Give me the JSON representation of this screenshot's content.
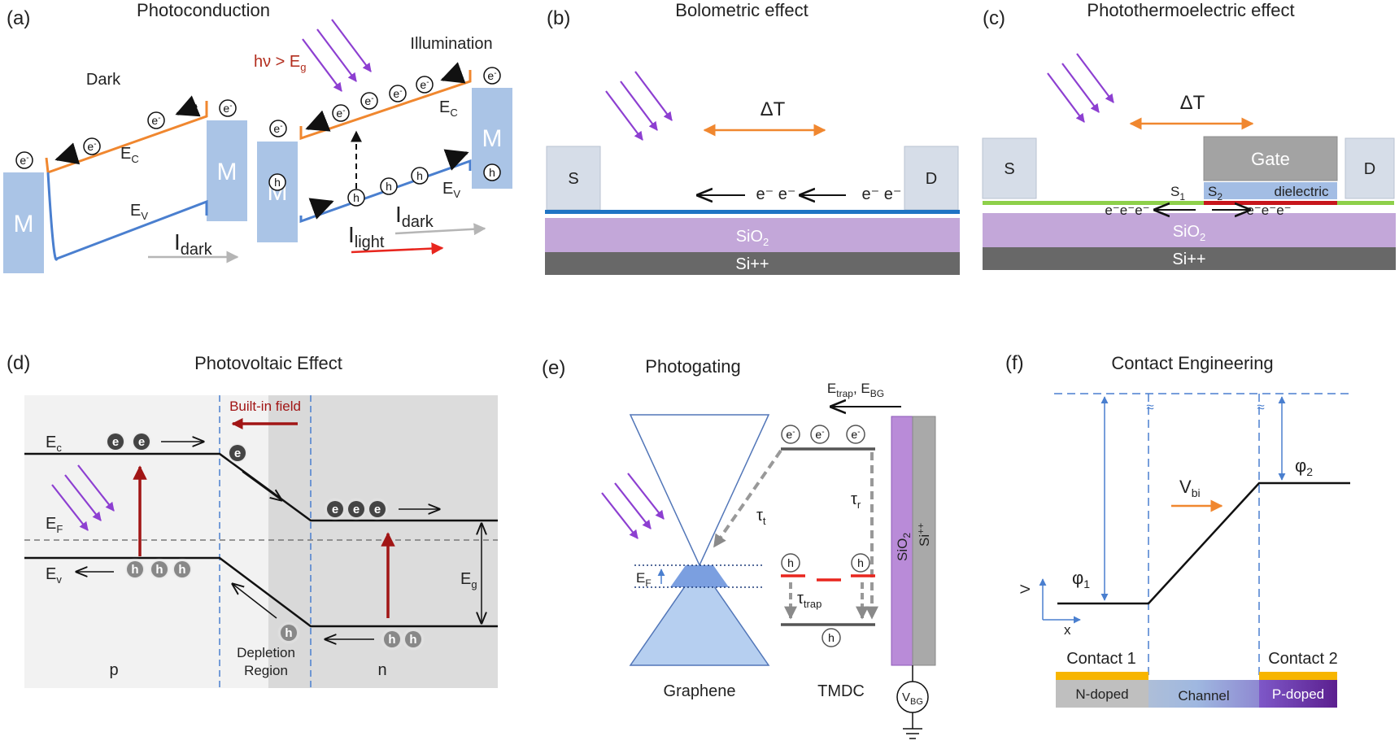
{
  "panel_a": {
    "label": "(a)",
    "title": "Photoconduction",
    "dark": "Dark",
    "illumination": "Illumination",
    "hv": "hν > E",
    "hv_sub": "g",
    "metal": "M",
    "ec": "E",
    "ec_sub": "C",
    "ev": "E",
    "ev_sub": "V",
    "electron": "e",
    "electron_sup": "-",
    "hole": "h",
    "i_dark": "I",
    "i_dark_sub": "dark",
    "i_light": "I",
    "i_light_sub": "light"
  },
  "panel_b": {
    "label": "(b)",
    "title": "Bolometric effect",
    "delta_t": "ΔT",
    "source": "S",
    "drain": "D",
    "electrons": "e⁻ e⁻",
    "sio2": "SiO",
    "sio2_sub": "2",
    "si": "Si++"
  },
  "panel_c": {
    "label": "(c)",
    "title": "Photothermoelectric effect",
    "delta_t": "ΔT",
    "source": "S",
    "drain": "D",
    "gate": "Gate",
    "dielectric": "dielectric",
    "s1": "S",
    "s1_sub": "1",
    "s2": "S",
    "s2_sub": "2",
    "electrons": "e⁻e⁻e⁻",
    "sio2": "SiO",
    "sio2_sub": "2",
    "si": "Si++"
  },
  "panel_d": {
    "label": "(d)",
    "title": "Photovoltaic Effect",
    "built_in": "Built-in field",
    "ec": "E",
    "ec_sub": "c",
    "ef": "E",
    "ef_sub": "F",
    "ev": "E",
    "ev_sub": "v",
    "eg": "E",
    "eg_sub": "g",
    "electron": "e",
    "hole": "h",
    "depletion_1": "Depletion",
    "depletion_2": "Region",
    "p": "p",
    "n": "n"
  },
  "panel_e": {
    "label": "(e)",
    "title": "Photogating",
    "etrap": "E",
    "etrap_sub": "trap",
    "ebg": ", E",
    "ebg_sub": "BG",
    "ef": "E",
    "ef_sub": "F",
    "tau_t": "τ",
    "tau_t_sub": "t",
    "tau_r": "τ",
    "tau_r_sub": "r",
    "tau_trap": "τ",
    "tau_trap_sub": "trap",
    "electron": "e",
    "electron_sup": "-",
    "hole": "h",
    "sio2": "SiO",
    "sio2_sub": "2",
    "si": "Si",
    "si_sup": "++",
    "vbg": "V",
    "vbg_sub": "BG",
    "graphene": "Graphene",
    "tmdc": "TMDC"
  },
  "panel_f": {
    "label": "(f)",
    "title": "Contact Engineering",
    "vbi": "V",
    "vbi_sub": "bi",
    "phi1": "φ",
    "phi1_sub": "1",
    "phi2": "φ",
    "phi2_sub": "2",
    "axis_v": "V",
    "axis_x": "x",
    "break_mark": "≈",
    "contact1": "Contact 1",
    "contact2": "Contact 2",
    "ndoped": "N-doped",
    "channel": "Channel",
    "pdoped": "P-doped"
  },
  "colors": {
    "metal": "#aac4e6",
    "conduction": "#f0872f",
    "valence": "#4a7fcf",
    "light_ray": "#8d3fd1",
    "current_dark": "#b5b5b5",
    "current_light": "#e8261e",
    "oxide": "#c3a7d9",
    "silicon": "#686868",
    "graphene_b": "#1f74c4",
    "graphene_c": "#8ed04a",
    "hot_region": "#c7161c",
    "gate": "#a3a3a3",
    "dielectric": "#a3bde4",
    "photo_arrow": "#a11515",
    "contact": "#f7b500",
    "n_doped": "#bfbfbf",
    "p_doped": "#6a2a9e"
  }
}
